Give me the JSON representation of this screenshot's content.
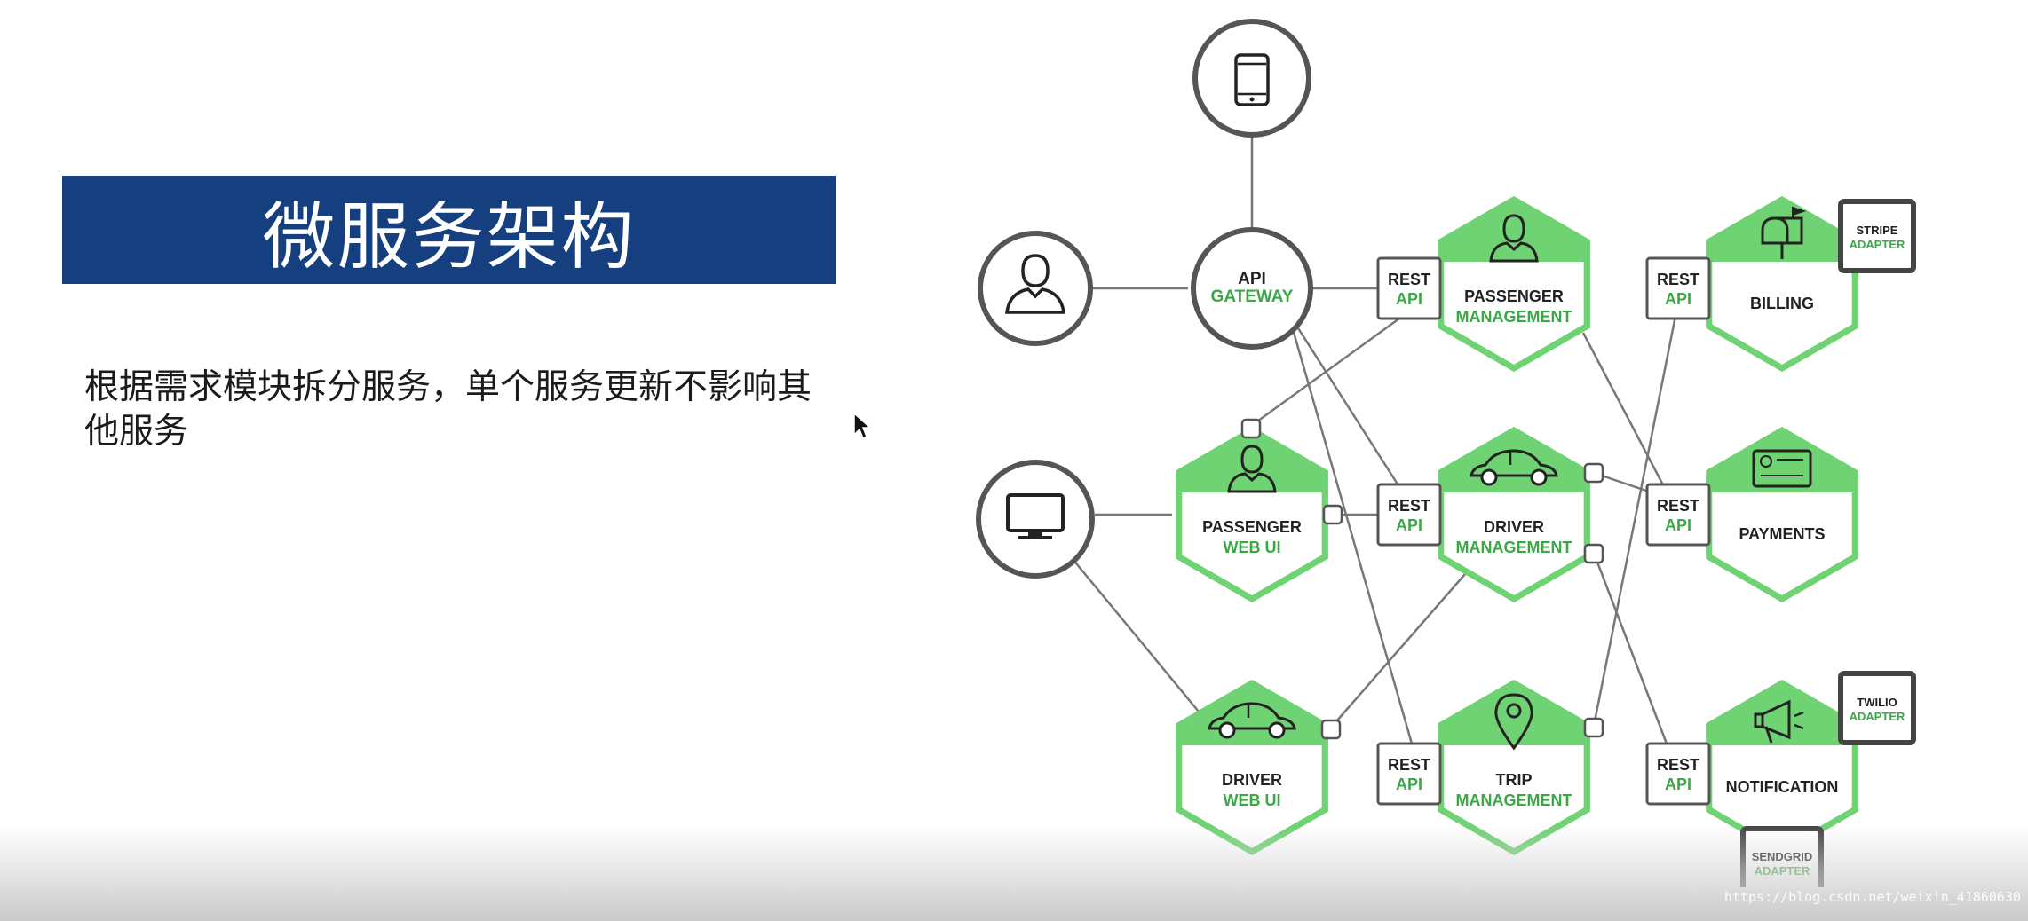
{
  "title": "微服务架构",
  "description": "根据需求模块拆分服务，单个服务更新不影响其他服务",
  "watermark": "https://blog.csdn.net/weixin_41860630",
  "colors": {
    "title_bar": "#163f7f",
    "hex_green": "#6fd273",
    "accent_green": "#3aa845",
    "line": "#777777",
    "client_border": "#555555"
  },
  "diagram": {
    "clients": [
      {
        "id": "mobile",
        "icon": "mobile-phone-icon"
      },
      {
        "id": "passenger",
        "icon": "person-icon"
      },
      {
        "id": "desktop",
        "icon": "monitor-icon"
      }
    ],
    "gateway": {
      "line1": "API",
      "line2": "GATEWAY"
    },
    "rest_api": {
      "line1": "REST",
      "line2": "API"
    },
    "services": [
      {
        "id": "passenger-management",
        "line1": "PASSENGER",
        "line2": "MANAGEMENT",
        "icon": "person-icon"
      },
      {
        "id": "billing",
        "line1": "BILLING",
        "line2": "",
        "icon": "mailbox-icon"
      },
      {
        "id": "passenger-web-ui",
        "line1": "PASSENGER",
        "line2": "WEB UI",
        "icon": "person-icon"
      },
      {
        "id": "driver-management",
        "line1": "DRIVER",
        "line2": "MANAGEMENT",
        "icon": "car-icon"
      },
      {
        "id": "payments",
        "line1": "PAYMENTS",
        "line2": "",
        "icon": "credit-card-icon"
      },
      {
        "id": "driver-web-ui",
        "line1": "DRIVER",
        "line2": "WEB UI",
        "icon": "car-icon"
      },
      {
        "id": "trip-management",
        "line1": "TRIP",
        "line2": "MANAGEMENT",
        "icon": "location-pin-icon"
      },
      {
        "id": "notification",
        "line1": "NOTIFICATION",
        "line2": "",
        "icon": "megaphone-icon"
      }
    ],
    "adapters": [
      {
        "id": "stripe",
        "line1": "STRIPE",
        "line2": "ADAPTER"
      },
      {
        "id": "twilio",
        "line1": "TWILIO",
        "line2": "ADAPTER"
      },
      {
        "id": "sendgrid",
        "line1": "SENDGRID",
        "line2": "ADAPTER"
      }
    ]
  }
}
